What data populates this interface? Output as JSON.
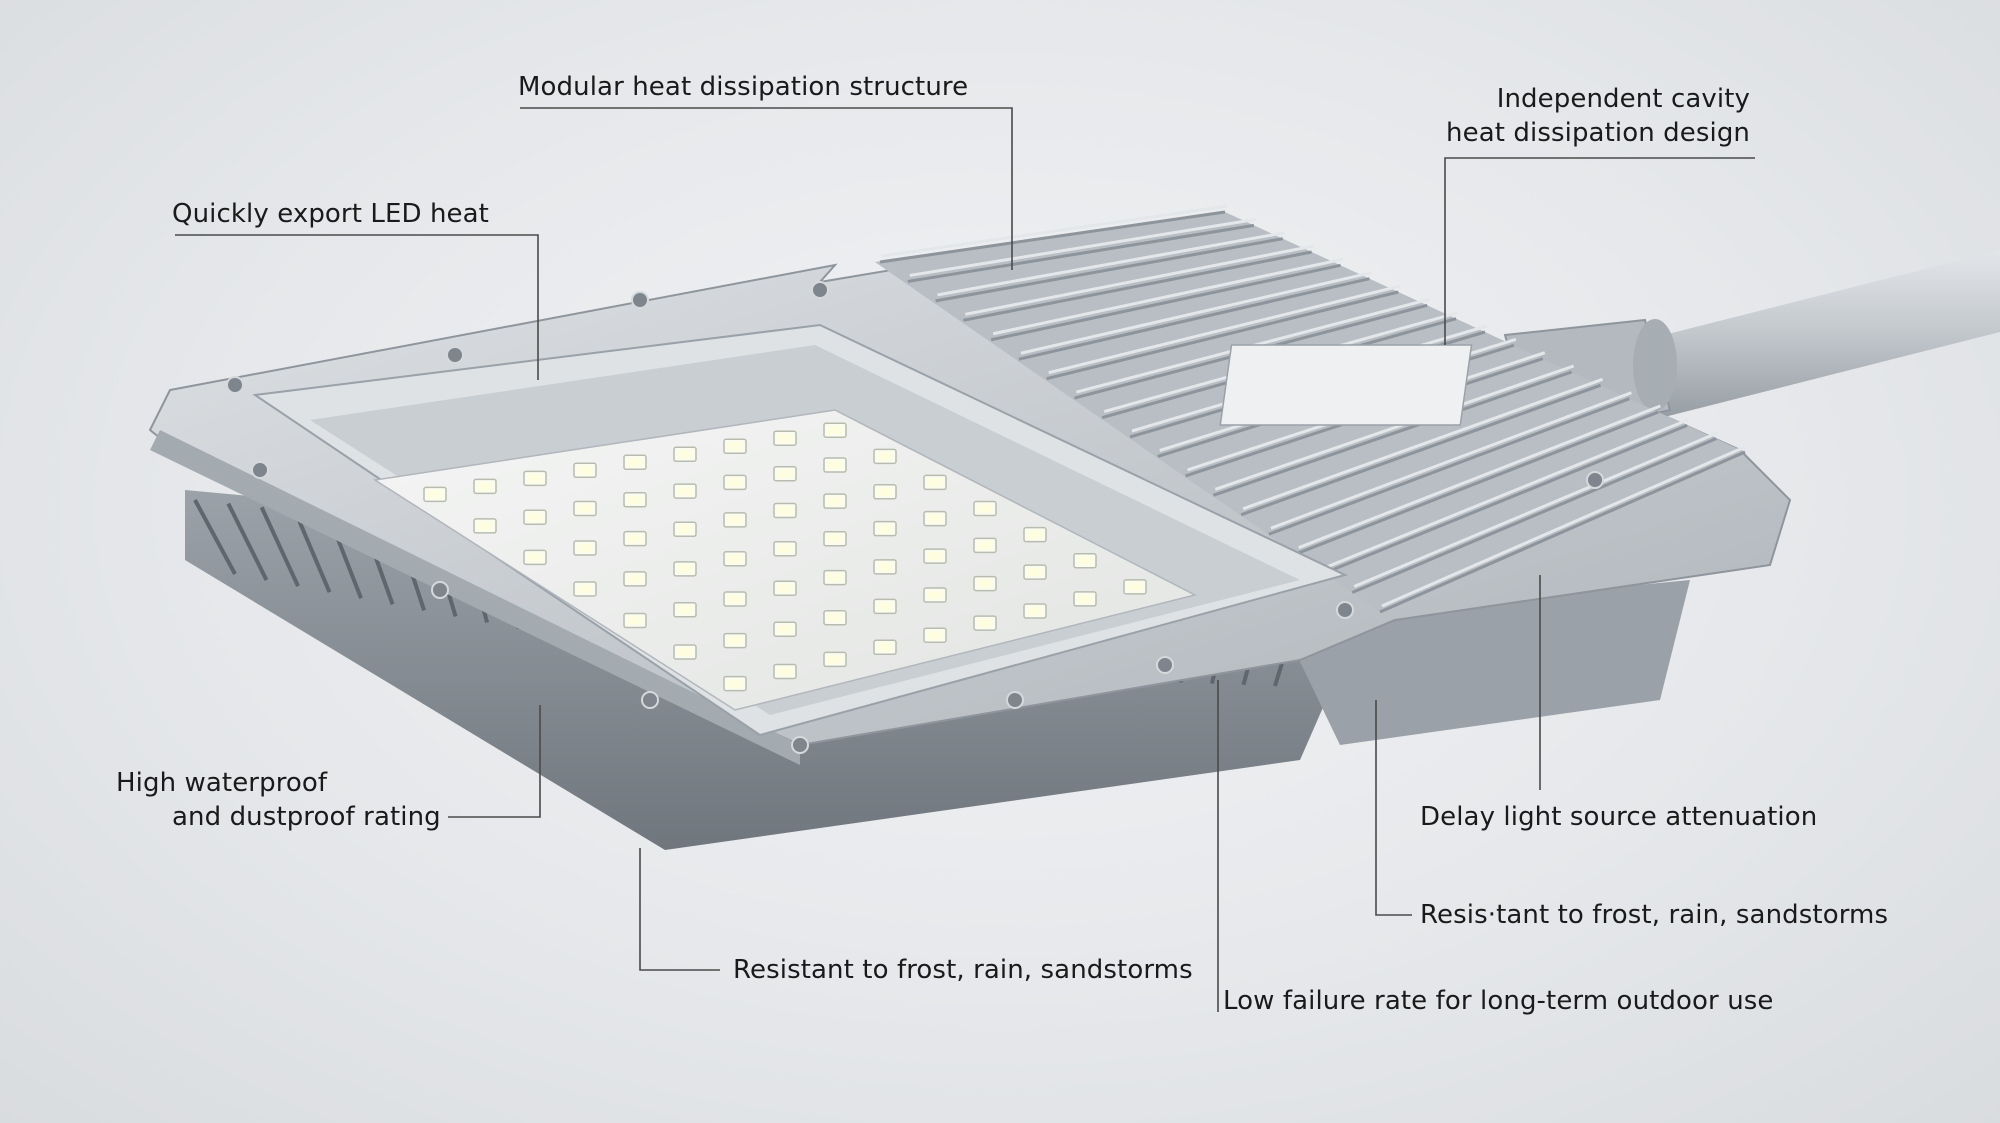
{
  "callouts": {
    "modular": "Modular heat dissipation structure",
    "independent_line1": "Independent cavity",
    "independent_line2": "heat dissipation design",
    "quick_export": "Quickly export LED heat",
    "waterproof_line1": "High waterproof",
    "waterproof_line2": "and dustproof rating",
    "resistant_left": "Resistant to frost, rain, sandstorms",
    "low_failure": "Low failure rate for long-term outdoor use",
    "delay": "Delay light source attenuation",
    "resistant_right": "Resis·tant to frost, rain, sandstorms"
  },
  "colors": {
    "housing": "#c9cdd2",
    "housing_dark": "#8e959c",
    "fins": "#a9afb6",
    "led": "#fbfcf0",
    "pole": "#bfc4c9",
    "leader": "#4a4a4a"
  },
  "icons": [
    "led-street-light-illustration"
  ]
}
